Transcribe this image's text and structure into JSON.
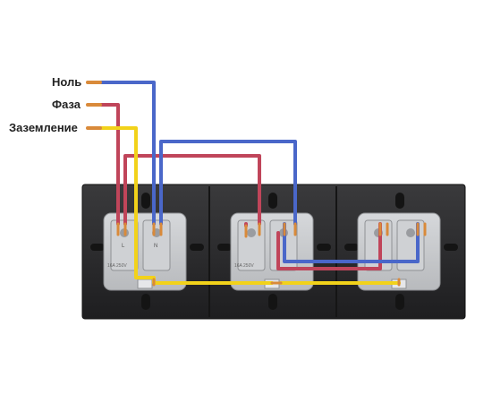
{
  "labels": {
    "neutral": "Ноль",
    "phase": "Фаза",
    "ground": "Заземление"
  },
  "socket_terminals": {
    "left": "L",
    "right": "N"
  },
  "socket_rating": "16A 250V",
  "colors": {
    "neutral_wire": "#4a67c9",
    "phase_wire": "#c0455a",
    "ground_wire": "#f2d21a",
    "frame": "#2c2c2e",
    "socket_body": "#c9cbce",
    "copper": "#d98a3a"
  },
  "icons": {
    "socket": "power-socket-icon",
    "terminal": "screw-terminal-icon"
  }
}
